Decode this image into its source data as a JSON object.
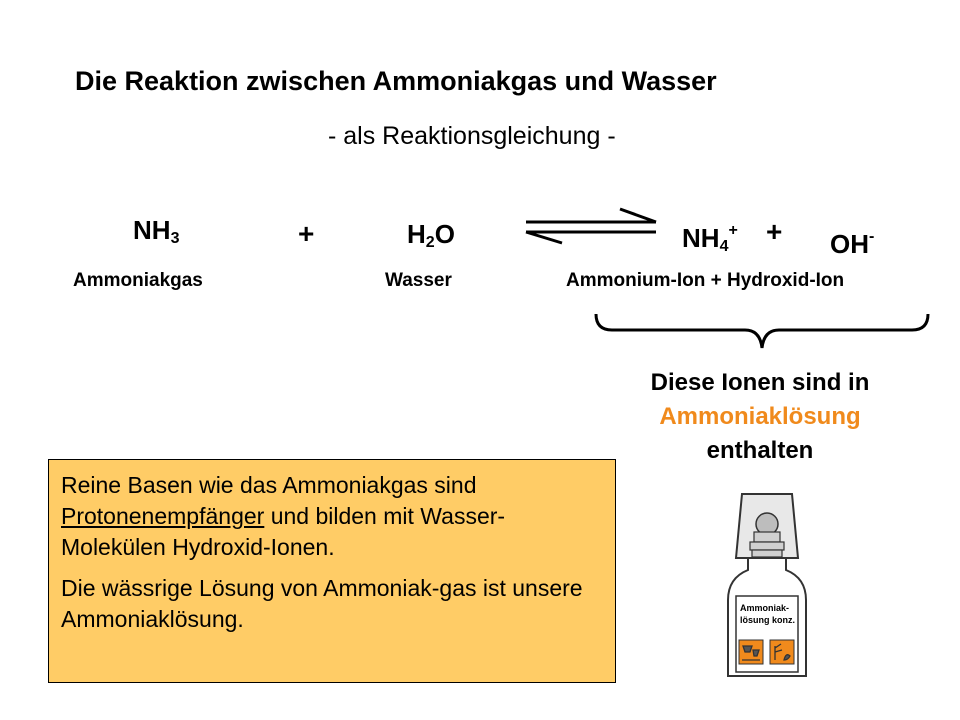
{
  "title": "Die Reaktion zwischen Ammoniakgas und Wasser",
  "subtitle": "- als Reaktionsgleichung -",
  "equation": {
    "reactant1": {
      "main": "NH",
      "sub": "3",
      "name": "Ammoniakgas"
    },
    "plus1": "+",
    "reactant2": {
      "h": "H",
      "sub": "2",
      "o": "O",
      "name": "Wasser"
    },
    "product1": {
      "main": "NH",
      "sub": "4",
      "sup": "+"
    },
    "plus2": "+",
    "product2": {
      "main": "OH",
      "sup": "-"
    },
    "products_name": "Ammonium-Ion + Hydroxid-Ion"
  },
  "ions_note": {
    "line1": "Diese Ionen sind in",
    "line2": "Ammoniaklösung",
    "line3": "enthalten",
    "accent_color": "#f08a1c"
  },
  "infobox": {
    "p1_before": "Reine Basen wie das Ammoniakgas sind ",
    "p1_underlined": "Protonenempfänger",
    "p1_after": " und bilden mit Wasser-Molekülen Hydroxid-Ionen.",
    "p2": "Die wässrige Lösung von Ammoniak-gas ist unsere Ammoniaklösung.",
    "background": "#ffcc66"
  },
  "bottle": {
    "label_line1": "Ammoniak-",
    "label_line2": "lösung konz.",
    "hazard_icons": [
      "corrosive-icon",
      "environment-hazard-icon"
    ],
    "hazard_color": "#f08a1c"
  }
}
